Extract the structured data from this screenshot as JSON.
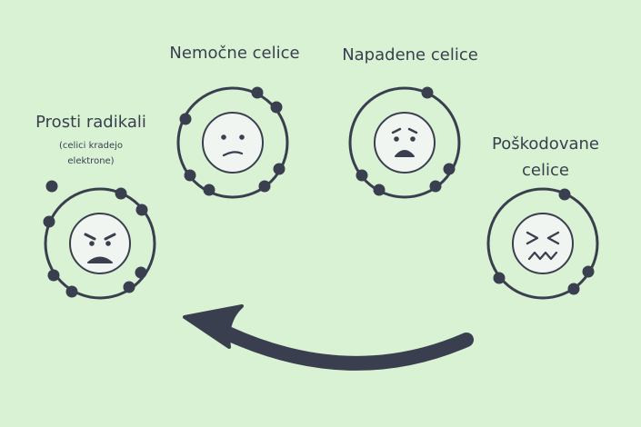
{
  "colors": {
    "background": "#d9f2d4",
    "ink": "#3a3f4f",
    "face_fill": "#f1f5f1"
  },
  "labels": {
    "free_radicals": "Prosti radikali",
    "free_radicals_sub_1": "(celici kradejo",
    "free_radicals_sub_2": "elektrone)",
    "weak_cells": "Nemočne celice",
    "attacked_cells": "Napadene celice",
    "damaged_cells_1": "Poškodovane",
    "damaged_cells_2": "celice"
  },
  "atoms": [
    {
      "name": "free-radical-atom",
      "face": "angry",
      "icon": "angry-face-icon"
    },
    {
      "name": "weak-cell-atom",
      "face": "sad",
      "icon": "sad-face-icon"
    },
    {
      "name": "attacked-cell-atom",
      "face": "worried",
      "icon": "worried-face-icon"
    },
    {
      "name": "damaged-cell-atom",
      "face": "distressed",
      "icon": "distressed-face-icon"
    }
  ],
  "arrow": {
    "icon": "curved-arrow-icon",
    "direction": "right-to-left"
  }
}
